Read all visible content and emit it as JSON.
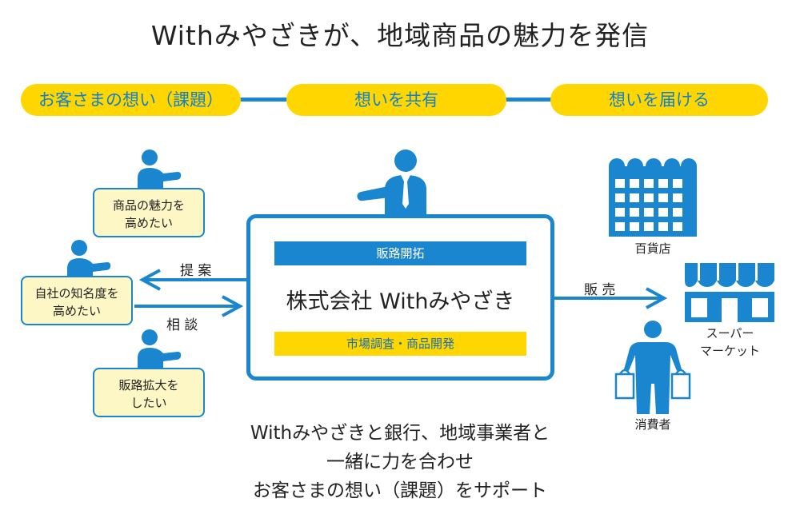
{
  "title": "Withみやざきが、地域商品の魅力を発信",
  "flow": {
    "step1": "お客さまの想い（課題）",
    "step2": "想いを共有",
    "step3": "想いを届ける"
  },
  "customers": {
    "needs": [
      "商品の魅力を",
      "高めたい"
    ],
    "needs2": [
      "自社の知名度を",
      "高めたい"
    ],
    "needs3": [
      "販路拡大を",
      "したい"
    ]
  },
  "arrows": {
    "proposal": "提 案",
    "consultation": "相 談",
    "sales": "販 売"
  },
  "company": {
    "top_bar": "販路開拓",
    "name": "株式会社 Withみやざき",
    "bottom_bar": "市場調査・商品開発"
  },
  "outlets": {
    "department_store": "百貨店",
    "supermarket": [
      "スーパー",
      "マーケット"
    ],
    "consumer": "消費者"
  },
  "bottom": {
    "line1": "Withみやざきと銀行、地域事業者と",
    "line2": "一緒に力を合わせ",
    "line3": "お客さまの想い（課題）をサポート"
  },
  "colors": {
    "blue": "#1a86d0",
    "yellow": "#ffd600",
    "bubble_fill": "#fdf6c5"
  }
}
